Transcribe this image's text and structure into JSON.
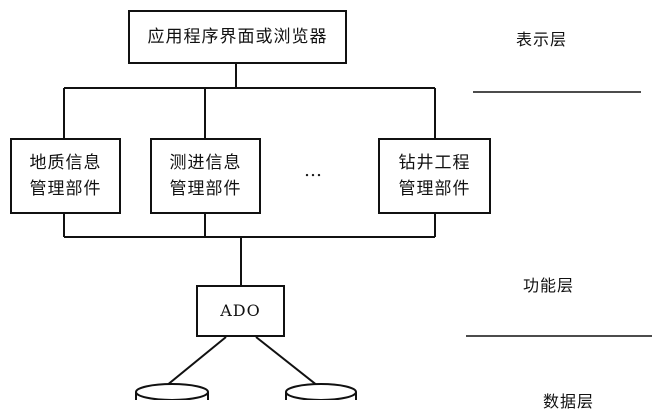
{
  "top_box": {
    "label": "应用程序界面或浏览器"
  },
  "components": [
    {
      "line1": "地质信息",
      "line2": "管理部件"
    },
    {
      "line1": "测进信息",
      "line2": "管理部件"
    },
    {
      "line1": "钻井工程",
      "line2": "管理部件"
    }
  ],
  "ellipsis": "…",
  "ado_box": {
    "label": "ADO"
  },
  "layers": {
    "presentation": "表示层",
    "function": "功能层",
    "data": "数据层"
  },
  "databases": [
    {
      "name": "database-left"
    },
    {
      "name": "database-right"
    }
  ]
}
